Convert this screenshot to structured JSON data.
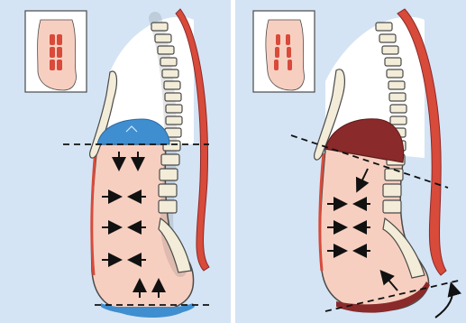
{
  "figure": {
    "background": "#d4e4f4",
    "panels": [
      {
        "id": "left",
        "state": "diaphragm and pelvic floor aligned; pressure arrows balanced"
      },
      {
        "id": "right",
        "state": "diaphragm and pelvic floor tilted; pressure arrows skewed"
      }
    ]
  },
  "colors": {
    "panel_bg": "#d4e4f4",
    "cavity_fill": "#f7cfc0",
    "muscle_red": "#d84a3a",
    "diaphragm_blue": "#3f8ed0",
    "diaphragm_dark_red": "#8a2a2a",
    "spine_bone": "#f2ecd8",
    "outline": "#4a4a4a",
    "arrow": "#111111"
  },
  "icons": [
    "torso-inset-icon",
    "spine-icon",
    "arrow-icon",
    "dashed-line"
  ]
}
